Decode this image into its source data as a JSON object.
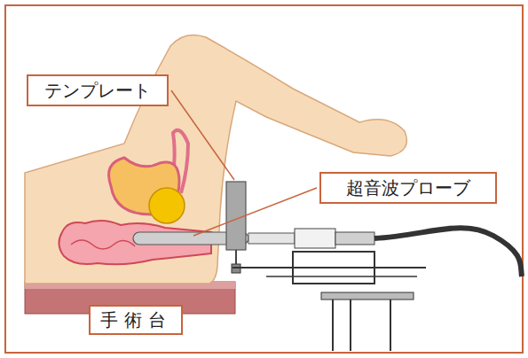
{
  "diagram": {
    "nodes": [
      {
        "text": [
          "テンプレート"
        ]
      },
      {
        "text": [
          "超音波プローブ"
        ]
      },
      {
        "text": [
          "手術台"
        ]
      }
    ]
  }
}
